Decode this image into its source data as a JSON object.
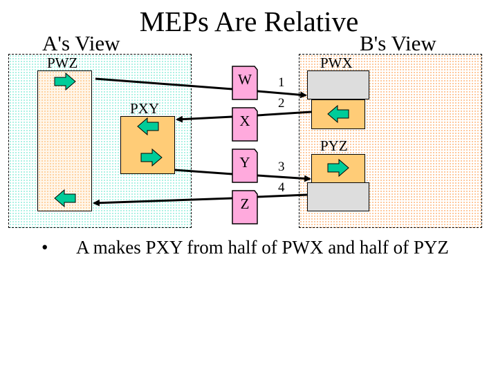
{
  "slide": {
    "title": "MEPs Are Relative",
    "views": {
      "a": {
        "label": "A's View"
      },
      "b": {
        "label": "B's View"
      }
    },
    "entities": {
      "pwz": {
        "label": "PWZ"
      },
      "pxy": {
        "label": "PXY"
      },
      "pwx": {
        "label": "PWX"
      },
      "pyz": {
        "label": "PYZ"
      }
    },
    "messages": [
      {
        "label": "W",
        "number": "1",
        "direction": "A-to-B"
      },
      {
        "label": "X",
        "number": "2",
        "direction": "B-to-A"
      },
      {
        "label": "Y",
        "number": "3",
        "direction": "A-to-B"
      },
      {
        "label": "Z",
        "number": "4",
        "direction": "B-to-A"
      }
    ],
    "icons": {
      "arrow": "block-arrow-icon",
      "document": "document-icon"
    },
    "colors": {
      "arrow_fill": "#00cc99",
      "document_fill": "#ffaadd",
      "half_fill": "#ffcc77",
      "other_half_fill": "#dddddd",
      "a_region_dots": "#9ff0e0",
      "b_region_dots": "#ffc08c"
    },
    "bullets": [
      {
        "symbol": "•",
        "text": "A makes PXY from half of PWX and half of PYZ"
      }
    ]
  }
}
